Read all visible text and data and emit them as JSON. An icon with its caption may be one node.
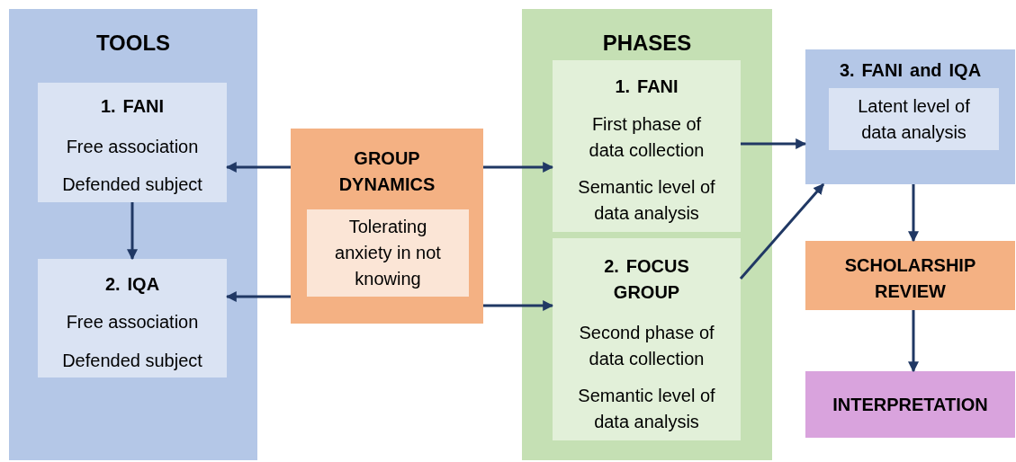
{
  "diagram": {
    "nodes": [
      {
        "text": [
          "TOOLS"
        ]
      },
      {
        "text": [
          "1. FANI",
          "Free association",
          "Defended subject"
        ],
        "in": 0
      },
      {
        "text": [
          "2. IQA",
          "Free association",
          "Defended subject"
        ],
        "in": 0
      },
      {
        "text": [
          "GROUP DYNAMICS"
        ]
      },
      {
        "text": [
          "Tolerating anxiety in not knowing"
        ],
        "in": 3
      },
      {
        "text": [
          "PHASES"
        ]
      },
      {
        "text": [
          "1. FANI",
          "First phase of data collection",
          "Semantic level of data analysis"
        ],
        "in": 5
      },
      {
        "text": [
          "2. FOCUS GROUP",
          "Second phase of data collection",
          "Semantic level of data analysis"
        ],
        "in": 5
      },
      {
        "text": [
          "3. FANI and IQA"
        ]
      },
      {
        "text": [
          "Latent level of data analysis"
        ],
        "in": 8
      },
      {
        "text": [
          "SCHOLARSHIP REVIEW"
        ]
      },
      {
        "text": [
          "INTERPRETATION"
        ]
      }
    ],
    "edges": [
      {
        "from": 3,
        "to": 1,
        "arrow": "to"
      },
      {
        "from": 3,
        "to": 2,
        "arrow": "to"
      },
      {
        "from": 1,
        "to": 2,
        "arrow": "to"
      },
      {
        "from": 3,
        "to": 6,
        "arrow": "to"
      },
      {
        "from": 3,
        "to": 7,
        "arrow": "to"
      },
      {
        "from": 6,
        "to": 8,
        "arrow": "to"
      },
      {
        "from": 7,
        "to": 8,
        "arrow": "to"
      },
      {
        "from": 8,
        "to": 10,
        "arrow": "to"
      },
      {
        "from": 10,
        "to": 11,
        "arrow": "to"
      }
    ]
  }
}
